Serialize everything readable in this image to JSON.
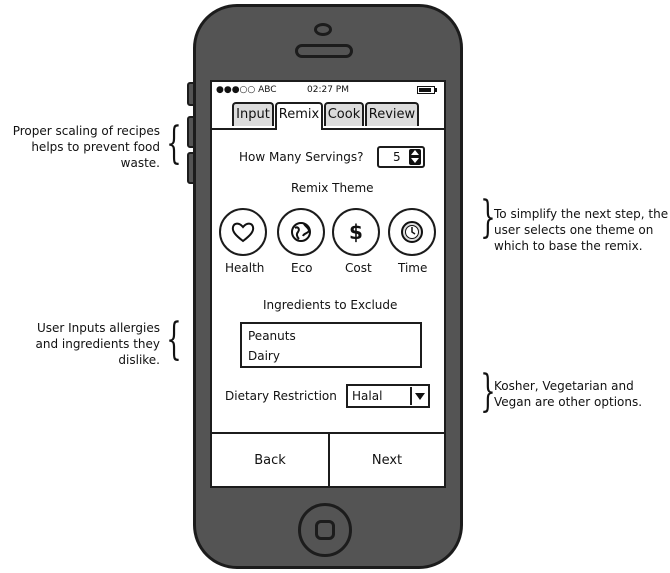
{
  "annotations": {
    "scaling_note": [
      "Proper scaling of recipes",
      "helps to prevent food",
      "waste."
    ],
    "theme_note": [
      "To simplify the next step, the",
      "user selects one theme on",
      "which to base the remix."
    ],
    "allergy_note": [
      "User Inputs allergies",
      "and ingredients they",
      "dislike."
    ],
    "diet_note": [
      "Kosher, Vegetarian and",
      "Vegan are other options."
    ]
  },
  "statusbar": {
    "signal": "●●●○○ ABC",
    "time": "02:27 PM"
  },
  "tabs": [
    {
      "label": "Input",
      "active": false
    },
    {
      "label": "Remix",
      "active": true
    },
    {
      "label": "Cook",
      "active": false
    },
    {
      "label": "Review",
      "active": false
    }
  ],
  "form": {
    "servings_label": "How Many Servings?",
    "servings_value": "5",
    "theme_label": "Remix Theme",
    "themes": [
      {
        "label": "Health",
        "icon": "heart-icon"
      },
      {
        "label": "Eco",
        "icon": "globe-icon"
      },
      {
        "label": "Cost",
        "icon": "dollar-icon"
      },
      {
        "label": "Time",
        "icon": "clock-icon"
      }
    ],
    "exclude_label": "Ingredients to Exclude",
    "exclude_items": [
      "Peanuts",
      "Dairy"
    ],
    "diet_label": "Dietary Restriction",
    "diet_value": "Halal"
  },
  "footer": {
    "back_label": "Back",
    "next_label": "Next"
  }
}
